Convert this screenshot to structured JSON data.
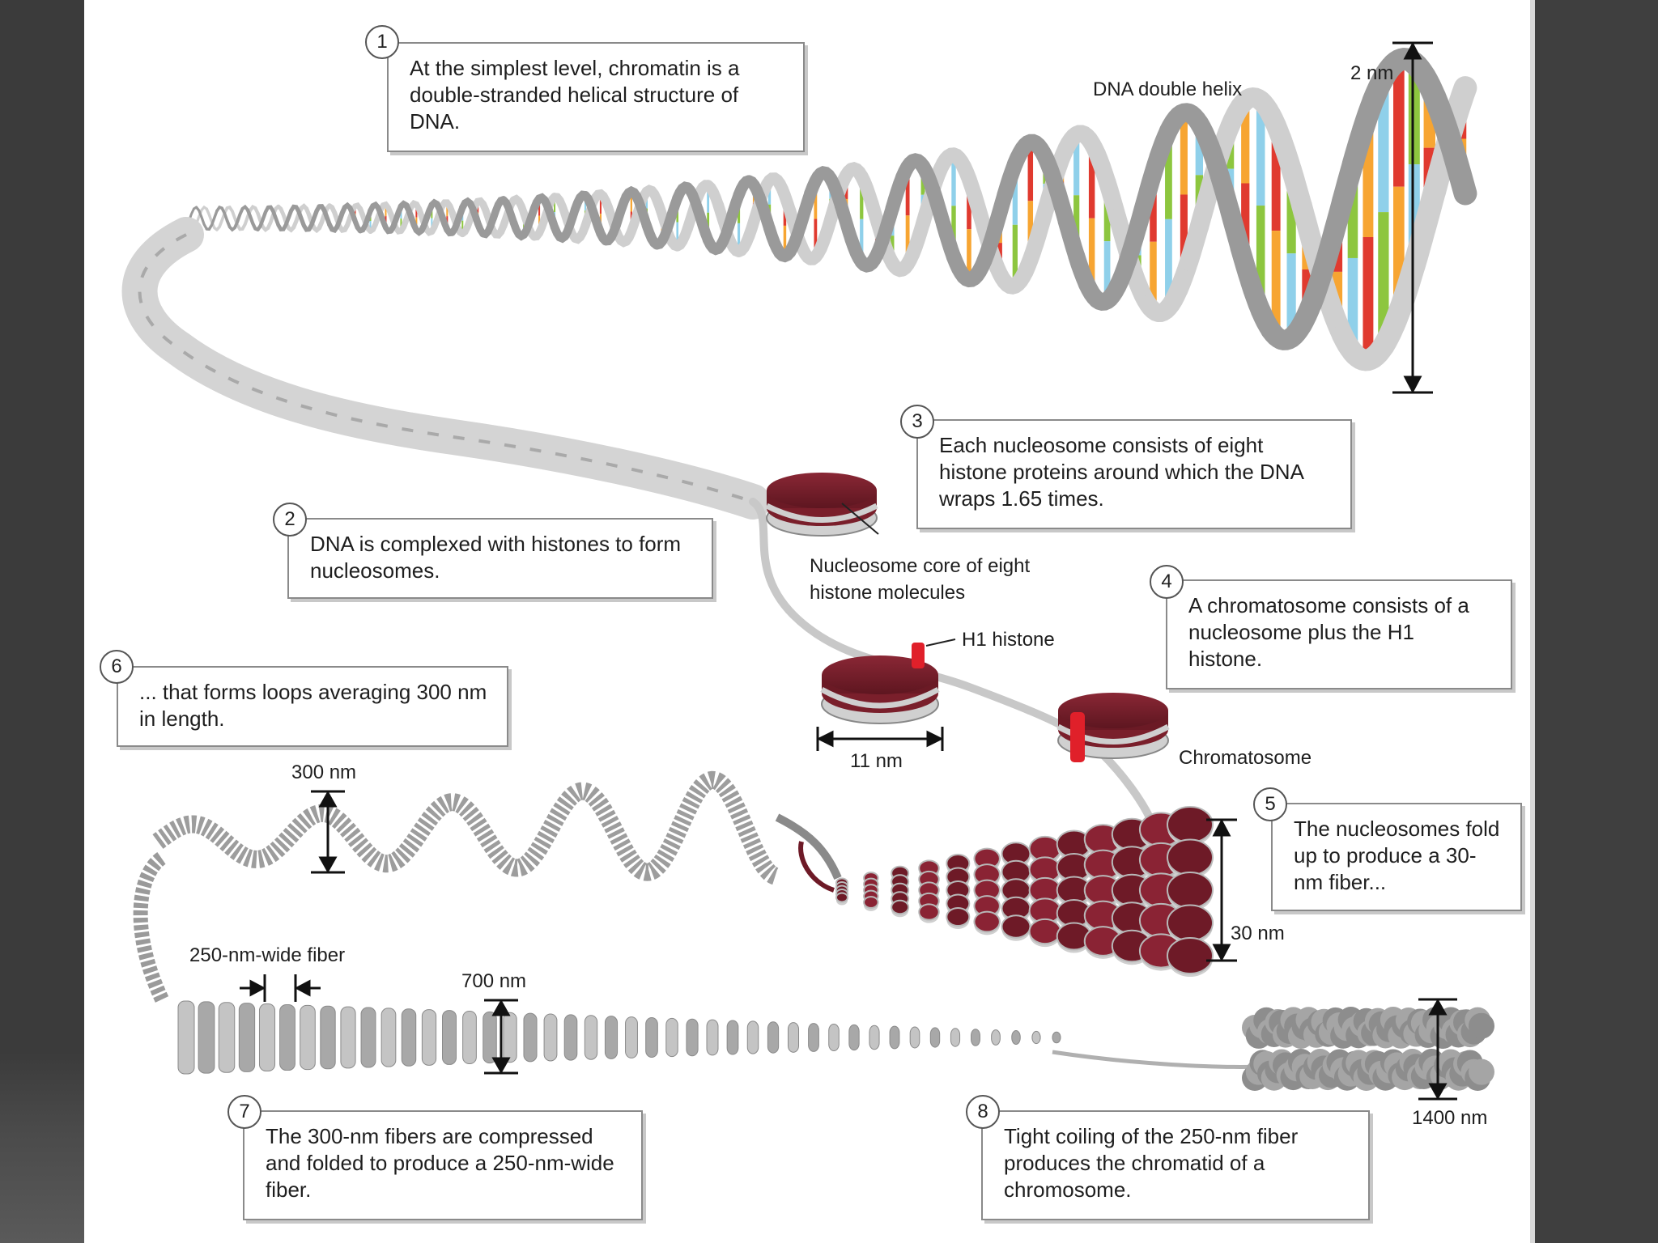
{
  "steps": [
    {
      "num": "1",
      "text": "At the simplest level, chromatin is a double-stranded helical structure of DNA."
    },
    {
      "num": "2",
      "text": "DNA is complexed with histones to form nucleosomes."
    },
    {
      "num": "3",
      "text": "Each nucleosome consists of eight histone proteins around which the DNA wraps 1.65 times."
    },
    {
      "num": "4",
      "text": "A chromatosome consists of a nucleosome plus the H1 histone."
    },
    {
      "num": "5",
      "text": "The nucleosomes fold up to produce a 30-nm fiber..."
    },
    {
      "num": "6",
      "text": "... that forms loops averaging 300 nm in length."
    },
    {
      "num": "7",
      "text": "The 300-nm fibers are compressed and folded to produce a 250-nm-wide fiber."
    },
    {
      "num": "8",
      "text": "Tight coiling of the 250-nm fiber produces the chromatid of a chromosome."
    }
  ],
  "labels": {
    "dna_helix": "DNA double helix",
    "two_nm": "2 nm",
    "nucleosome_core": "Nucleosome core of eight histone molecules",
    "h1_histone": "H1 histone",
    "eleven_nm": "11 nm",
    "chromatosome": "Chromatosome",
    "thirty_nm": "30 nm",
    "three_hundred_nm": "300 nm",
    "fiber_250": "250-nm-wide fiber",
    "seven_hundred_nm": "700 nm",
    "fourteen_hundred_nm": "1400 nm"
  },
  "colors": {
    "base_red": "#e03a2f",
    "base_green": "#8dc63f",
    "base_orange": "#f7a532",
    "base_blue": "#8fd0ea",
    "histone": "#7a1f2b",
    "h1": "#e0202a",
    "strand": "#b9b9b9"
  }
}
